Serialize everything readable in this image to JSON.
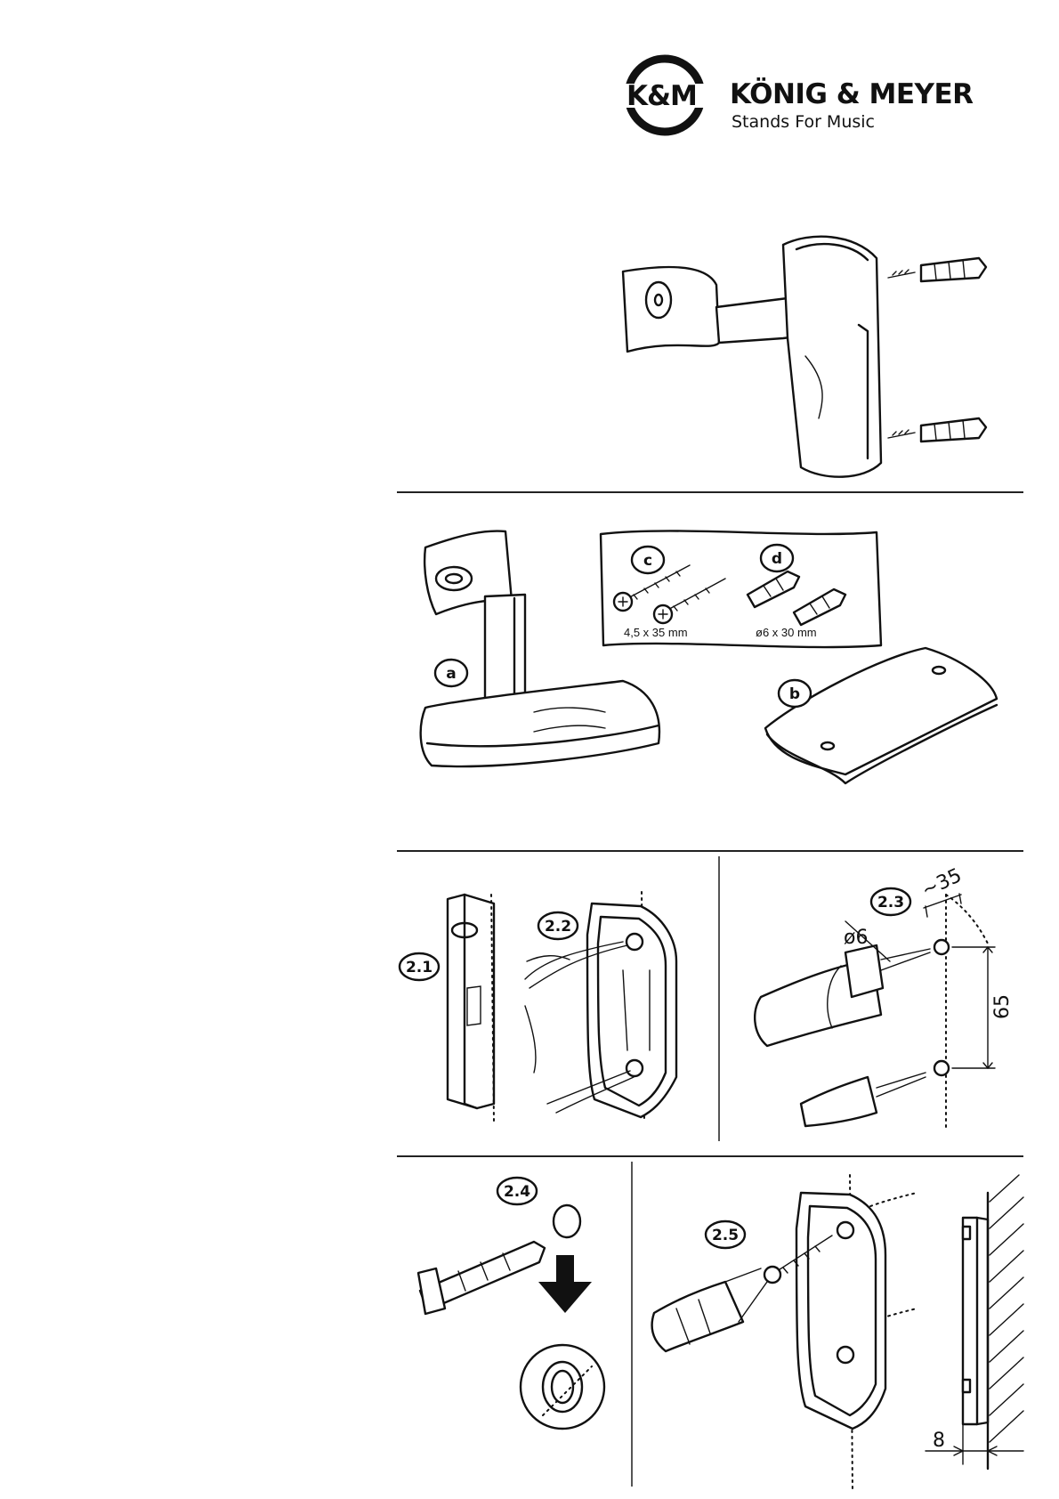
{
  "brand": {
    "badge": "K&M",
    "name": "KÖNIG & MEYER",
    "tagline": "Stands For Music"
  },
  "parts": {
    "a": "a",
    "b": "b",
    "c": "c",
    "d": "d",
    "screw_spec": "4,5 x 35 mm",
    "dowel_spec": "ø6 x 30 mm"
  },
  "steps": {
    "s21": "2.1",
    "s22": "2.2",
    "s23": "2.3",
    "s24": "2.4",
    "s25": "2.5"
  },
  "dimensions": {
    "drill": "ø6",
    "edge": "~35",
    "spacing": "65",
    "gap": "8"
  }
}
